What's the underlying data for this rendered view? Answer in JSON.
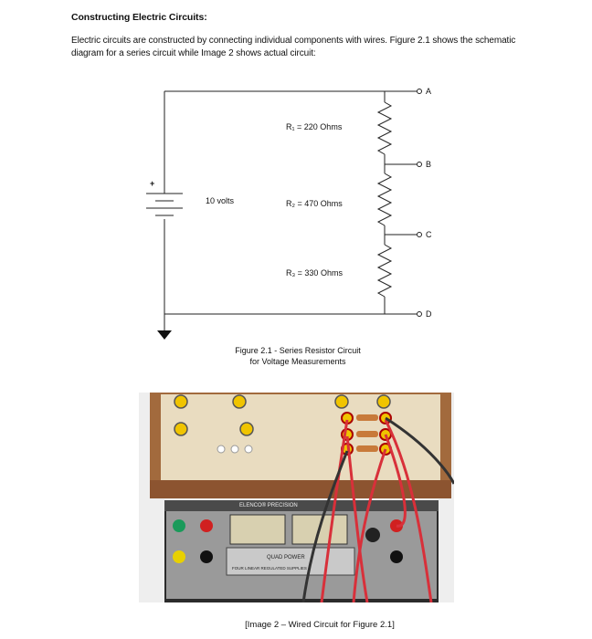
{
  "document": {
    "heading": "Constructing Electric Circuits:",
    "paragraph": "Electric circuits are constructed by connecting individual components with wires. Figure 2.1 shows the schematic diagram for a series circuit while Image 2 shows actual circuit:"
  },
  "schematic": {
    "battery_label": "10 volts",
    "plus_sign": "+",
    "r1_label": "R₁ = 220 Ohms",
    "r2_label": "R₂ = 470 Ohms",
    "r3_label": "R₃ = 330 Ohms",
    "node_a": "A",
    "node_b": "B",
    "node_c": "C",
    "node_d": "D",
    "caption_line1": "Figure 2.1 - Series Resistor Circuit",
    "caption_line2": "for Voltage Measurements"
  },
  "photo": {
    "power_supply_brand": "ELENCO® PRECISION",
    "power_supply_model": "QUAD POWER",
    "power_supply_sub": "FOUR LINEAR REGULATED SUPPLIES",
    "caption": "[Image 2 – Wired Circuit for Figure 2.1]"
  }
}
